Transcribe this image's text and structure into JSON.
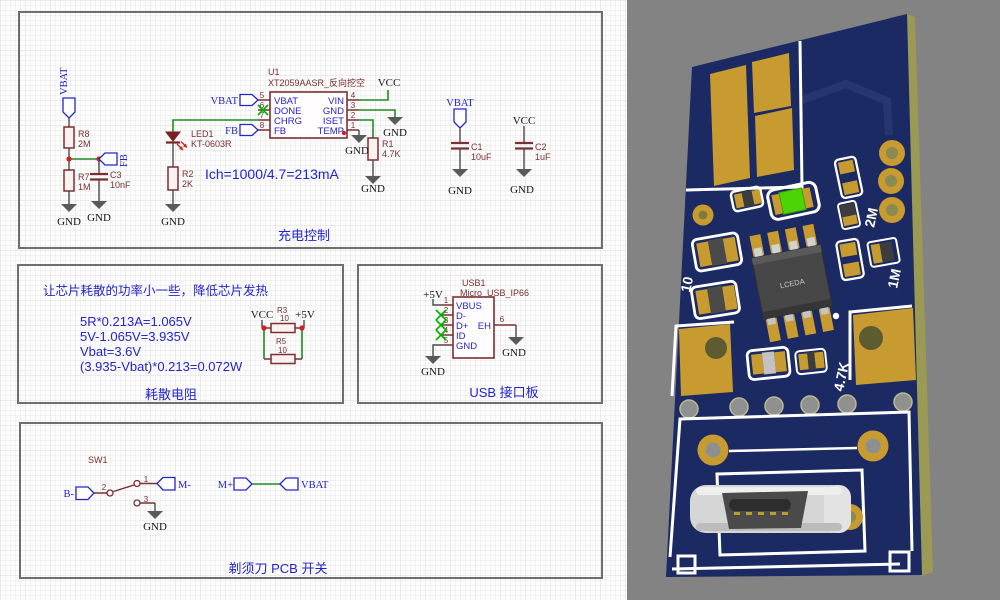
{
  "nets": {
    "vbat": "VBAT",
    "vcc": "VCC",
    "gnd": "GND",
    "p5v": "+5V",
    "fb": "FB",
    "bminus": "B-",
    "mminus": "M-",
    "mplus": "M+"
  },
  "boxes": {
    "charge": {
      "label": "充电控制"
    },
    "dissipation": {
      "label": "耗散电阻",
      "note": "让芯片耗散的功率小一些，降低芯片发热",
      "calc": [
        "5R*0.213A=1.065V",
        "5V-1.065V=3.935V",
        "Vbat=3.6V",
        "(3.935-Vbat)*0.213=0.072W"
      ]
    },
    "usb": {
      "label": "USB 接口板"
    },
    "switch": {
      "label": "剃须刀 PCB 开关"
    }
  },
  "annotation": {
    "ich": "Ich=1000/4.7=213mA"
  },
  "u1": {
    "ref": "U1",
    "value": "XT2059AASR_反向挖空",
    "pins_left": [
      {
        "n": "5",
        "name": "VBAT"
      },
      {
        "n": "6",
        "name": "DONE"
      },
      {
        "n": "7",
        "name": "CHRG"
      },
      {
        "n": "8",
        "name": "FB"
      }
    ],
    "pins_right": [
      {
        "n": "4",
        "name": "VIN"
      },
      {
        "n": "3",
        "name": "GND"
      },
      {
        "n": "2",
        "name": "ISET"
      },
      {
        "n": "1",
        "name": "TEMP"
      }
    ]
  },
  "usb1": {
    "ref": "USB1",
    "value": "Micro_USB_IP66",
    "pins_left": [
      {
        "n": "1",
        "name": "VBUS"
      },
      {
        "n": "2",
        "name": "D-"
      },
      {
        "n": "3",
        "name": "D+"
      },
      {
        "n": "4",
        "name": "ID"
      },
      {
        "n": "5",
        "name": "GND"
      }
    ],
    "pin_right": {
      "n": "6",
      "name": "EH"
    }
  },
  "components": {
    "r8": {
      "ref": "R8",
      "value": "2M"
    },
    "r7": {
      "ref": "R7",
      "value": "1M"
    },
    "c3": {
      "ref": "C3",
      "value": "10nF"
    },
    "led1": {
      "ref": "LED1",
      "value": "KT-0603R"
    },
    "r2": {
      "ref": "R2",
      "value": "2K"
    },
    "r1": {
      "ref": "R1",
      "value": "4.7K"
    },
    "c1": {
      "ref": "C1",
      "value": "10uF"
    },
    "c2": {
      "ref": "C2",
      "value": "1uF"
    },
    "r3": {
      "ref": "R3",
      "value": "10"
    },
    "r5": {
      "ref": "R5",
      "value": "10"
    },
    "sw1": {
      "ref": "SW1",
      "pins": [
        "1",
        "2",
        "3"
      ]
    }
  },
  "pcb": {
    "chip_label": "LCEDA",
    "silk_labels": [
      "10",
      "2M",
      "1M",
      "4.7K"
    ]
  },
  "colors": {
    "wire": "#1e8c1e",
    "symbol": "#7a3030",
    "net_text": "#2424cc",
    "pcb_board": "#1b2a62",
    "pcb_gold": "#c79b2f",
    "pcb_silk": "#ffffff",
    "view_bg": "#838383",
    "led_green": "#4cd407"
  }
}
